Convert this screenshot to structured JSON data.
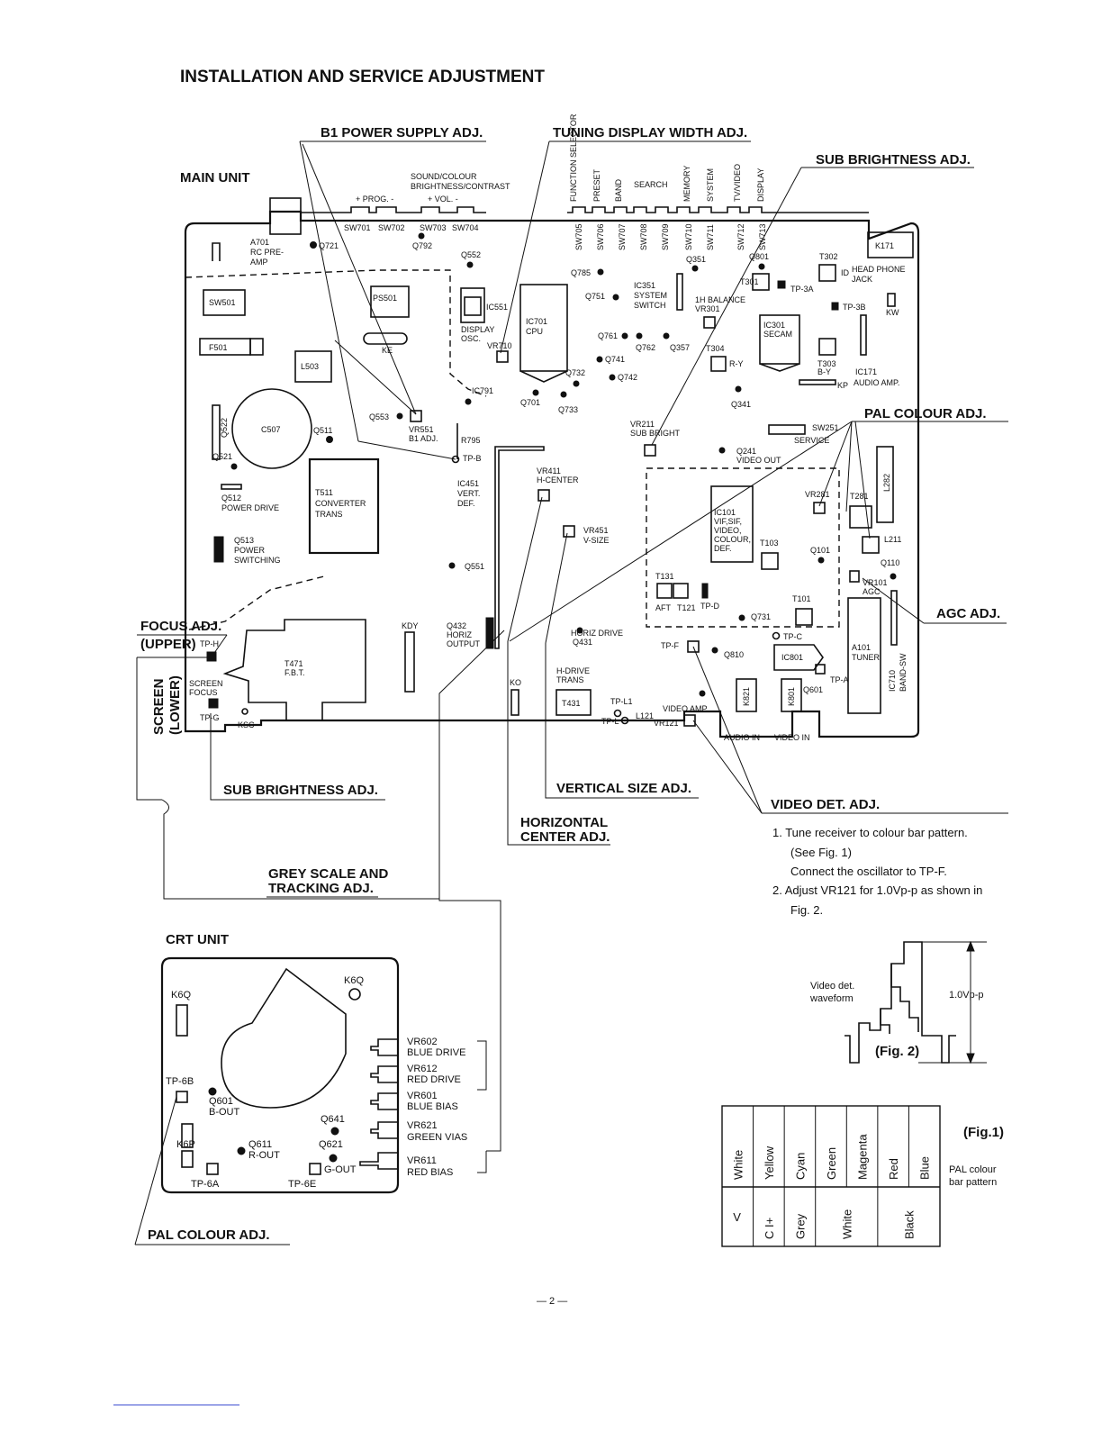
{
  "page_title": "INSTALLATION AND SERVICE ADJUSTMENT",
  "sections": {
    "main_unit": "MAIN UNIT",
    "crt_unit": "CRT UNIT"
  },
  "adjustments": {
    "b1_power": "B1 POWER SUPPLY ADJ.",
    "tuning_display": "TUNING DISPLAY WIDTH ADJ.",
    "sub_brightness_top": "SUB BRIGHTNESS ADJ.",
    "pal_colour_main": "PAL COLOUR ADJ.",
    "agc": "AGC ADJ.",
    "focus": "FOCUS ADJ.",
    "focus_upper": "(UPPER)",
    "screen": "SCREEN",
    "screen_lower": "(LOWER)",
    "sub_brightness_bottom": "SUB BRIGHTNESS ADJ.",
    "vertical_size": "VERTICAL SIZE ADJ.",
    "horizontal_center_1": "HORIZONTAL",
    "horizontal_center_2": "CENTER ADJ.",
    "video_det": "VIDEO DET. ADJ.",
    "grey_scale_1": "GREY SCALE AND",
    "grey_scale_2": "TRACKING ADJ.",
    "pal_colour_crt": "PAL COLOUR ADJ."
  },
  "board_labels": {
    "sound_colour": "SOUND/COLOUR",
    "brightness_contrast": "BRIGHTNESS/CONTRAST",
    "prog": "+ PROG. -",
    "vol": "+ VOL. -",
    "sw701": "SW701",
    "sw702": "SW702",
    "sw703": "SW703",
    "sw704": "SW704",
    "a701": "A701",
    "rc_pre": "RC PRE-",
    "amp": "AMP",
    "q721": "Q721",
    "q792": "Q792",
    "q552": "Q552",
    "function_selector": "FUNCTION SELECTOR",
    "preset": "PRESET",
    "band": "BAND",
    "search": "SEARCH",
    "memory": "MEMORY",
    "system": "SYSTEM",
    "tv_video": "TV/VIDEO",
    "display": "DISPLAY",
    "sw705": "SW705",
    "sw706": "SW706",
    "sw707": "SW707",
    "sw708": "SW708",
    "sw709": "SW709",
    "sw710": "SW710",
    "sw711": "SW711",
    "sw712": "SW712",
    "sw713": "SW713",
    "q351": "Q351",
    "q801": "Q801",
    "k171": "K171",
    "sw501": "SW501",
    "ps501": "PS501",
    "f501": "F501",
    "ke": "KE",
    "l503": "L503",
    "ic551": "IC551",
    "display_osc_1": "DISPLAY",
    "display_osc_2": "OSC.",
    "vr710": "VR710",
    "ic701_1": "IC701",
    "ic701_2": "CPU",
    "q785": "Q785",
    "q751": "Q751",
    "ic351_1": "IC351",
    "ic351_2": "SYSTEM",
    "ic351_3": "SWITCH",
    "q761": "Q761",
    "q762": "Q762",
    "q357": "Q357",
    "q741": "Q741",
    "q742": "Q742",
    "q732": "Q732",
    "q701": "Q701",
    "q733": "Q733",
    "ic791": "IC791",
    "h_balance": "1H BALANCE",
    "vr301": "VR301",
    "ic301_1": "IC301",
    "ic301_2": "SECAM",
    "t302": "T302",
    "id": "ID",
    "headphone_1": "HEAD PHONE",
    "headphone_2": "JACK",
    "t301": "T301",
    "tp3a": "TP-3A",
    "tp3b": "TP-3B",
    "kw": "KW",
    "t304": "T304",
    "ry": "R-Y",
    "t303": "T303",
    "by": "B-Y",
    "ic171": "IC171",
    "kp": "KP",
    "audio_amp": "AUDIO AMP.",
    "q341": "Q341",
    "q522": "Q522",
    "c507": "C507",
    "q511": "Q511",
    "q553": "Q553",
    "vr551": "VR551",
    "b1_adj": "B1 ADJ.",
    "r795": "R795",
    "tpb": "TP-B",
    "q521": "Q521",
    "q512": "Q512",
    "power_drive": "POWER DRIVE",
    "t511": "T511",
    "converter": "CONVERTER",
    "trans": "TRANS",
    "q513": "Q513",
    "power": "POWER",
    "switching": "SWITCHING",
    "ic451_1": "IC451",
    "ic451_2": "VERT.",
    "ic451_3": "DEF.",
    "vr411_1": "VR411",
    "vr411_2": "H-CENTER",
    "vr451_1": "VR451",
    "vr451_2": "V-SIZE",
    "q551": "Q551",
    "vr211_1": "VR211",
    "vr211_2": "SUB BRIGHT",
    "q241": "Q241",
    "video_out": "VIDEO OUT",
    "sw251": "SW251",
    "service": "SERVICE",
    "ic101_1": "IC101",
    "ic101_2": "VIF,SIF,",
    "ic101_3": "VIDEO,",
    "ic101_4": "COLOUR,",
    "ic101_5": "DEF.",
    "t103": "T103",
    "vr281": "VR281",
    "t281": "T281",
    "l282": "L282",
    "l211": "L211",
    "q101": "Q101",
    "q110": "Q110",
    "vr101": "VR101",
    "agc_small": "AGC",
    "t131": "T131",
    "aft": "AFT",
    "t121": "T121",
    "tpd": "TP-D",
    "t101": "T101",
    "q731": "Q731",
    "tpc": "TP-C",
    "kdy": "KDY",
    "q432_1": "Q432",
    "q432_2": "HORIZ",
    "q432_3": "OUTPUT",
    "horiz_drive": "HORIZ DRIVE",
    "q431": "Q431",
    "h_drive_1": "H-DRIVE",
    "h_drive_2": "TRANS",
    "t431": "T431",
    "ko": "KO",
    "tpf": "TP-F",
    "q810": "Q810",
    "ic801": "IC801",
    "tpa": "TP-A",
    "q601_main": "Q601",
    "a101": "A101",
    "tuner": "TUNER",
    "ic710": "IC710",
    "band_sw": "BAND-SW",
    "tp_l1": "TP-L1",
    "tp_l": "TP-L",
    "l121": "L121",
    "video_amp": "VIDEO AMP",
    "vr121": "VR121",
    "k821": "K821",
    "k801": "K801",
    "audio_in": "AUDIO IN",
    "video_in": "VIDEO IN",
    "tph": "TP-H",
    "t471_1": "T471",
    "t471_2": "F.B.T.",
    "screen_small": "SCREEN",
    "focus_small": "FOCUS",
    "tpg": "TP-G",
    "ksc": "KSC"
  },
  "crt_labels": {
    "k6q_left": "K6Q",
    "k6q_right": "K6Q",
    "tp6b": "TP-6B",
    "q601": "Q601",
    "b_out": "B-OUT",
    "q641": "Q641",
    "q621": "Q621",
    "q611": "Q611",
    "r_out": "R-OUT",
    "g_out": "G-OUT",
    "k6p": "K6P",
    "tp6a": "TP-6A",
    "tp6e": "TP-6E",
    "vr602": "VR602",
    "blue_drive": "BLUE DRIVE",
    "vr612": "VR612",
    "red_drive": "RED DRIVE",
    "vr601": "VR601",
    "blue_bias": "BLUE BIAS",
    "vr621": "VR621",
    "green_vias": "GREEN VIAS",
    "vr611": "VR611",
    "red_bias": "RED BIAS"
  },
  "video_det_steps": [
    "1.  Tune receiver to colour bar pattern.",
    "(See Fig. 1)",
    "Connect the oscillator to TP-F.",
    "2.  Adjust VR121 for 1.0Vp-p as shown in",
    "Fig. 2."
  ],
  "fig2": {
    "label": "(Fig. 2)",
    "caption_1": "Video det.",
    "caption_2": "waveform",
    "amplitude": "1.0Vp-p"
  },
  "fig1": {
    "label": "(Fig.1)",
    "caption_1": "PAL colour",
    "caption_2": "bar pattern",
    "bars": [
      "White",
      "Yellow",
      "Cyan",
      "Green",
      "Magenta",
      "Red",
      "Blue"
    ],
    "row2": [
      "V",
      "C I+",
      "Grey",
      "White",
      "Black"
    ]
  },
  "page_number": "— 2 —"
}
